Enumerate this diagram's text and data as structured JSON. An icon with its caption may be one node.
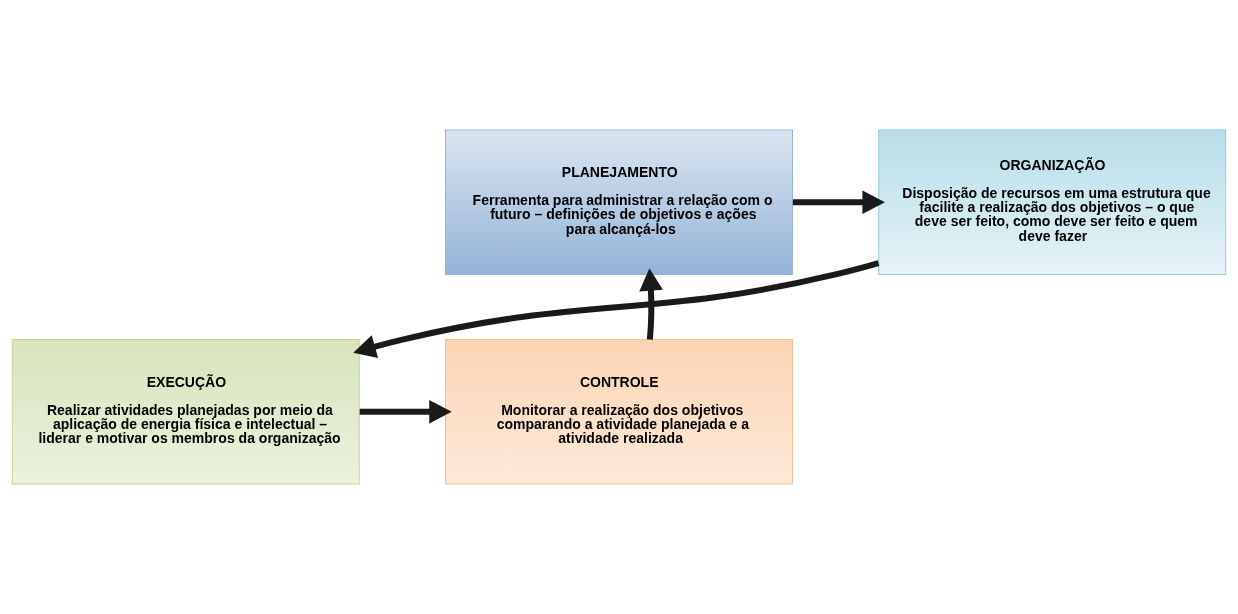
{
  "diagram": {
    "nodes": [
      {
        "text": [
          "PLANEJAMENTO",
          "Ferramenta para administrar a relação com o futuro – definições de objetivos e ações para alcançá-los"
        ]
      },
      {
        "text": [
          "ORGANIZAÇÃO",
          "Disposição de recursos em uma estrutura que facilite a realização dos objetivos – o que deve ser feito, como deve ser feito e quem deve fazer"
        ]
      },
      {
        "text": [
          "CONTROLE",
          "Monitorar a realização dos objetivos comparando a atividade planejada e a atividade realizada"
        ]
      },
      {
        "text": [
          "EXECUÇÃO",
          "Realizar atividades planejadas por meio da aplicação de energia física e intelectual – liderar e motivar os membros da organização"
        ]
      }
    ],
    "edges": [
      {
        "from": 0,
        "to": 1,
        "arrow": "to"
      },
      {
        "from": 1,
        "to": 3,
        "arrow": "to"
      },
      {
        "from": 3,
        "to": 2,
        "arrow": "to"
      },
      {
        "from": 2,
        "to": 0,
        "arrow": "to"
      }
    ]
  }
}
